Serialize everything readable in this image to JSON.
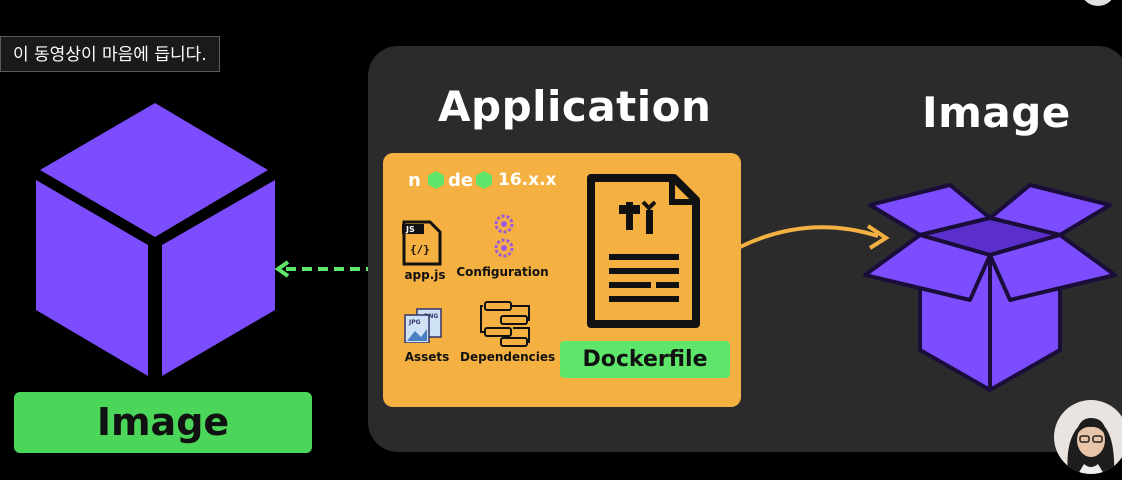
{
  "caption": {
    "text": "이 동영상이 마음에 듭니다."
  },
  "slide": {
    "application_title": "Application",
    "image_title": "Image",
    "node_version": "16.x.x",
    "files": {
      "app_js_badge": "JS",
      "app_js_symbol": "{/}",
      "app_js": "app.js",
      "configuration": "Configuration",
      "assets": "Assets",
      "dependencies": "Dependencies",
      "jpg_tag": "JPG",
      "png_tag": "PNG"
    },
    "dockerfile_label": "Dockerfile",
    "left_image_label": "Image"
  },
  "colors": {
    "cube_purple": "#7c4dff",
    "orange_panel": "#f4b040",
    "green_label": "#4cd659",
    "arrow_green": "#5ee66a",
    "arrow_orange": "#f4b040"
  },
  "icons": [
    "cube-icon",
    "open-box-icon",
    "dockerfile-icon",
    "js-file-icon",
    "gears-icon",
    "image-files-icon",
    "dependencies-icon",
    "nodejs-logo"
  ]
}
